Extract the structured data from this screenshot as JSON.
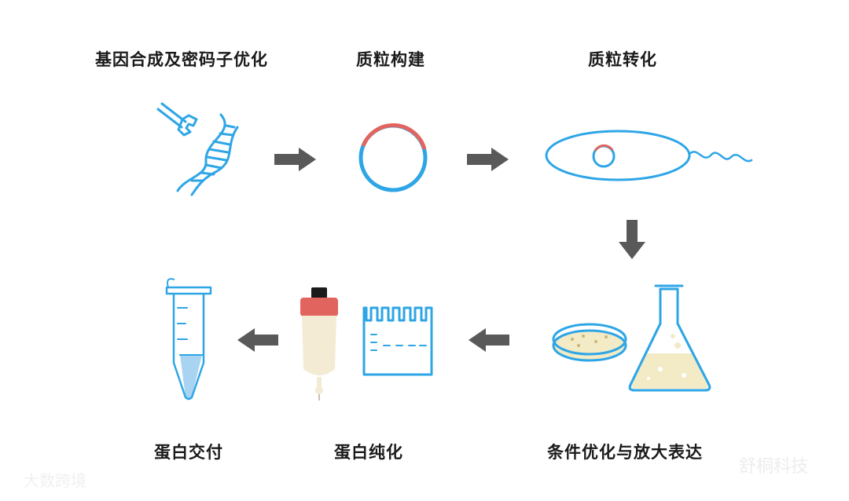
{
  "steps": {
    "gene_synthesis": "基因合成及密码子优化",
    "plasmid_construction": "质粒构建",
    "plasmid_transformation": "质粒转化",
    "condition_optimization": "条件优化与放大表达",
    "protein_purification": "蛋白纯化",
    "protein_delivery": "蛋白交付"
  },
  "watermarks": {
    "left": "大数跨境",
    "right": "舒桐科技"
  },
  "colors": {
    "blue": "#2ea6e6",
    "red": "#e2645f",
    "arrow": "#595959",
    "medium": "#f3ebc6"
  }
}
